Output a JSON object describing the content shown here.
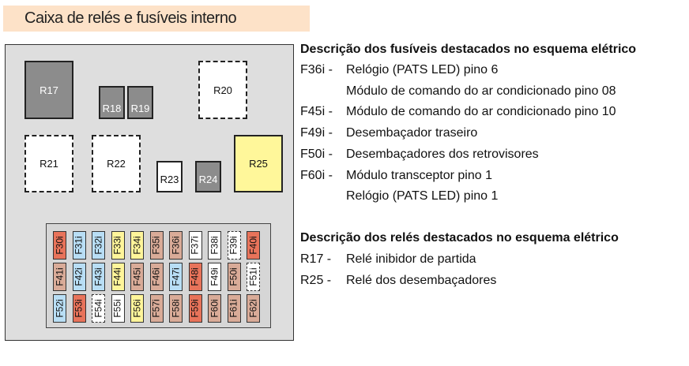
{
  "title": "Caixa de relés e fusíveis interno",
  "colors": {
    "red": "#e8735a",
    "blue": "#b8def5",
    "yellow": "#fff59a",
    "tan": "#d9ab98",
    "white": "#ffffff",
    "gray": "#8c8c8c"
  },
  "relays": [
    {
      "label": "R17",
      "style": "gray"
    },
    {
      "label": "R18",
      "style": "gray"
    },
    {
      "label": "R19",
      "style": "gray"
    },
    {
      "label": "R20",
      "style": "white-dashed"
    },
    {
      "label": "R21",
      "style": "white-dashed"
    },
    {
      "label": "R22",
      "style": "white-dashed"
    },
    {
      "label": "R23",
      "style": "white"
    },
    {
      "label": "R24",
      "style": "gray"
    },
    {
      "label": "R25",
      "style": "yellow"
    }
  ],
  "fuses": [
    [
      {
        "l": "F30i",
        "c": "red"
      },
      {
        "l": "F31i",
        "c": "blue"
      },
      {
        "l": "F32i",
        "c": "blue"
      },
      {
        "l": "F33i",
        "c": "yellow"
      },
      {
        "l": "F34i",
        "c": "yellow"
      },
      {
        "l": "F35i",
        "c": "tan"
      },
      {
        "l": "F36i",
        "c": "tan"
      },
      {
        "l": "F37i",
        "c": "white"
      },
      {
        "l": "F38i",
        "c": "white"
      },
      {
        "l": "F39i",
        "c": "dashed"
      },
      {
        "l": "F40i",
        "c": "red"
      }
    ],
    [
      {
        "l": "F41i",
        "c": "tan"
      },
      {
        "l": "F42i",
        "c": "blue"
      },
      {
        "l": "F43i",
        "c": "blue"
      },
      {
        "l": "F44i",
        "c": "yellow"
      },
      {
        "l": "F45i",
        "c": "tan"
      },
      {
        "l": "F46i",
        "c": "tan"
      },
      {
        "l": "F47i",
        "c": "blue"
      },
      {
        "l": "F48i",
        "c": "red"
      },
      {
        "l": "F49i",
        "c": "white"
      },
      {
        "l": "F50i",
        "c": "tan"
      },
      {
        "l": "F51i",
        "c": "dashed"
      }
    ],
    [
      {
        "l": "F52i",
        "c": "blue"
      },
      {
        "l": "F53i",
        "c": "red"
      },
      {
        "l": "F54i",
        "c": "dashed"
      },
      {
        "l": "F55i",
        "c": "white"
      },
      {
        "l": "F56i",
        "c": "yellow"
      },
      {
        "l": "F57i",
        "c": "tan"
      },
      {
        "l": "F58i",
        "c": "tan"
      },
      {
        "l": "F59i",
        "c": "red"
      },
      {
        "l": "F60i",
        "c": "tan"
      },
      {
        "l": "F61i",
        "c": "tan"
      },
      {
        "l": "F62i",
        "c": "tan"
      }
    ]
  ],
  "fuse_section": {
    "heading": "Descrição dos fusíveis destacados no esquema elétrico",
    "lines": [
      {
        "code": "F36i -",
        "text": "Relógio (PATS LED) pino 6"
      },
      {
        "code": "",
        "text": "Módulo de comando do ar condicionado pino 08"
      },
      {
        "code": "F45i -",
        "text": "Módulo de comando do ar condicionado pino 10"
      },
      {
        "code": "F49i -",
        "text": "Desembaçador traseiro"
      },
      {
        "code": "F50i -",
        "text": "Desembaçadores dos retrovisores"
      },
      {
        "code": "F60i -",
        "text": "Módulo transceptor pino 1"
      },
      {
        "code": "",
        "text": "Relógio (PATS LED) pino 1"
      }
    ]
  },
  "relay_section": {
    "heading": "Descrição dos relés destacados no esquema elétrico",
    "lines": [
      {
        "code": "R17 -",
        "text": "Relé inibidor de partida"
      },
      {
        "code": "R25 -",
        "text": "Relé dos desembaçadores"
      }
    ]
  }
}
